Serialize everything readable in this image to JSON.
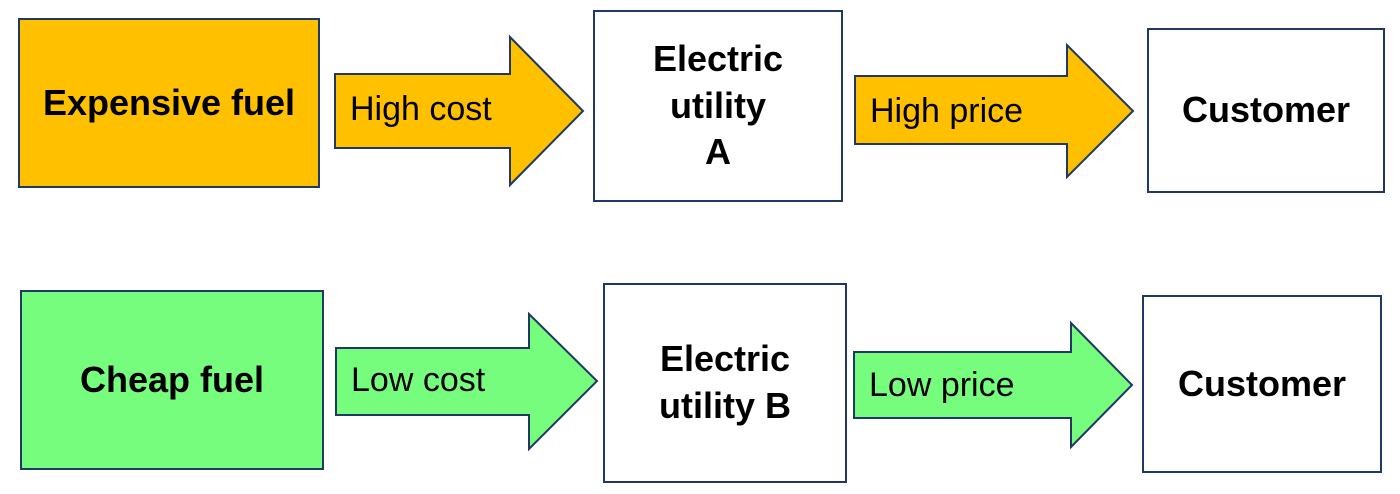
{
  "colors": {
    "expensive_fill": "#ffc000",
    "cheap_fill": "#77fd7d",
    "border": "#1f3864",
    "plain_fill": "#ffffff"
  },
  "row_a": {
    "source": "Expensive fuel",
    "cost_arrow": "High cost",
    "utility_line1": "Electric",
    "utility_line2": "utility",
    "utility_line3": "A",
    "price_arrow": "High price",
    "customer": "Customer"
  },
  "row_b": {
    "source": "Cheap fuel",
    "cost_arrow": "Low cost",
    "utility_line1": "Electric",
    "utility_line2": "utility B",
    "price_arrow": "Low price",
    "customer": "Customer"
  }
}
